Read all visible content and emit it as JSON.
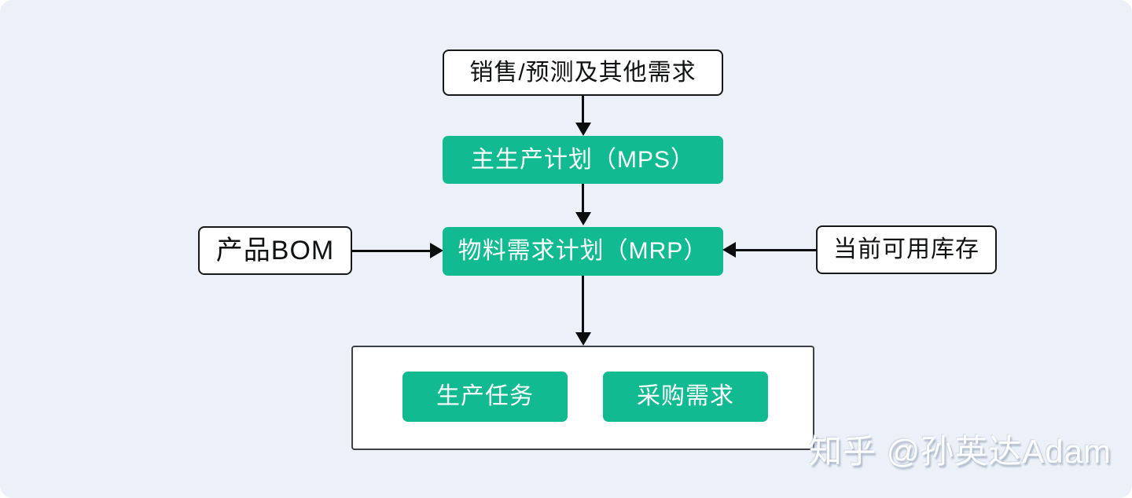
{
  "colors": {
    "canvas_background": "#ecf1f9",
    "node_green": "#12ba92",
    "arrow_black": "#0c0d0e"
  },
  "nodes": {
    "demand": {
      "label": "销售/预测及其他需求"
    },
    "mps": {
      "label": "主生产计划（MPS）"
    },
    "mrp": {
      "label": "物料需求计划（MRP）"
    },
    "bom": {
      "label": "产品BOM"
    },
    "inventory": {
      "label": "当前可用库存"
    },
    "production_task": {
      "label": "生产任务"
    },
    "purchase_demand": {
      "label": "采购需求"
    }
  },
  "edges": [
    {
      "from": "销售/预测及其他需求",
      "to": "主生产计划（MPS）"
    },
    {
      "from": "主生产计划（MPS）",
      "to": "物料需求计划（MRP）"
    },
    {
      "from": "产品BOM",
      "to": "物料需求计划（MRP）"
    },
    {
      "from": "当前可用库存",
      "to": "物料需求计划（MRP）"
    },
    {
      "from": "物料需求计划（MRP）",
      "to": "生产任务 / 采购需求"
    }
  ],
  "watermark": {
    "text": "知乎 @孙英达Adam"
  }
}
